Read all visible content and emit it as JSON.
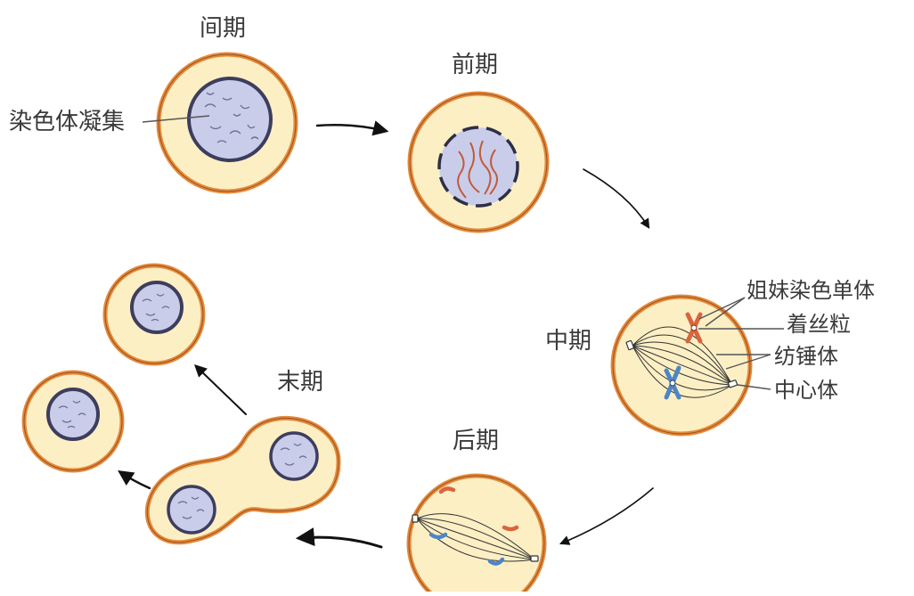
{
  "stages": {
    "interphase": "间期",
    "prophase": "前期",
    "metaphase": "中期",
    "anaphase": "后期",
    "telophase": "末期"
  },
  "annotations": {
    "chromosome_condensation": "染色体凝集",
    "sister_chromatids": "姐妹染色单体",
    "centromere": "着丝粒",
    "spindle": "纺锤体",
    "centrosome": "中心体"
  },
  "colors": {
    "cell_border": "#e58a3a",
    "cytoplasm": "#fcefc4",
    "nucleus": "#c9cdea",
    "nucleus_border": "#3d3d5e",
    "chromosome_red": "#d9653e",
    "chromosome_blue": "#4d86c4"
  }
}
